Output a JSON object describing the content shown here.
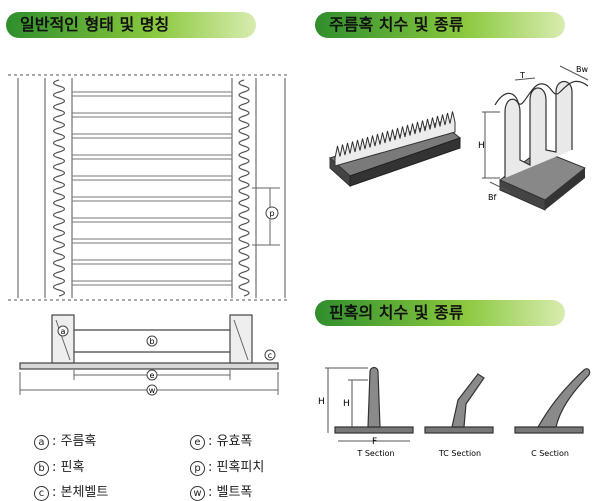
{
  "sections": {
    "general_title": "일반적인 형태 및 명칭",
    "cleat_title": "주름혹 치수 및 종류",
    "pin_title": "핀혹의 치수 및 종류"
  },
  "callouts": {
    "a": "a",
    "b": "b",
    "c": "c",
    "e": "e",
    "p": "p",
    "w": "w"
  },
  "legend": [
    {
      "code": "a",
      "text": ": 주름혹"
    },
    {
      "code": "e",
      "text": ": 유효폭"
    },
    {
      "code": "b",
      "text": ": 핀혹"
    },
    {
      "code": "p",
      "text": ": 핀혹피치"
    },
    {
      "code": "c",
      "text": ": 본체벨트"
    },
    {
      "code": "w",
      "text": ": 벨트폭"
    }
  ],
  "cleat_dims": {
    "T": "T",
    "Bw": "Bw",
    "H": "H",
    "Bf": "Bf"
  },
  "pin_dims": {
    "H_outer": "H",
    "H_inner": "H",
    "F": "F"
  },
  "pin_sections": [
    "T Section",
    "TC Section",
    "C Section"
  ],
  "colors": {
    "accent": "#5aa832",
    "line": "#555555"
  }
}
